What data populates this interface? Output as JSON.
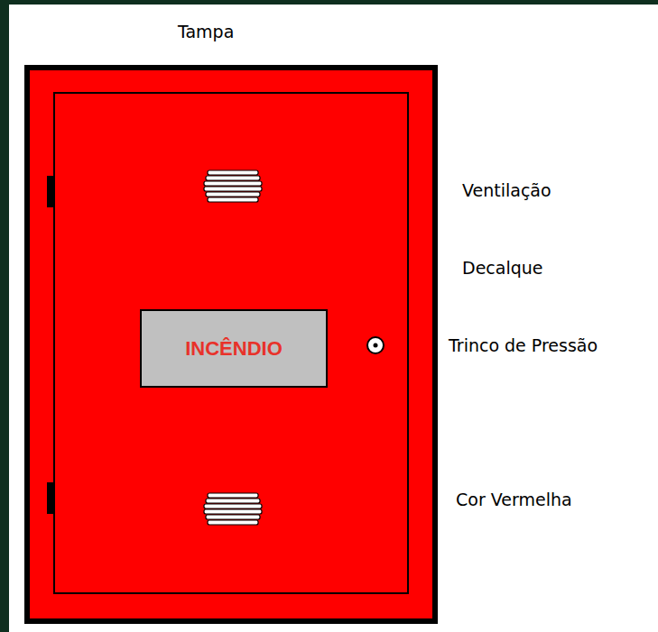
{
  "diagram": {
    "nodes": [
      {
        "text": [
          "Tampa"
        ]
      },
      {
        "text": [
          "INCÊNDIO"
        ],
        "in": 0
      }
    ],
    "labels": [
      "Ventilação",
      "Decalque",
      "Trinco de Pressão",
      "Cor Vermelha"
    ]
  }
}
